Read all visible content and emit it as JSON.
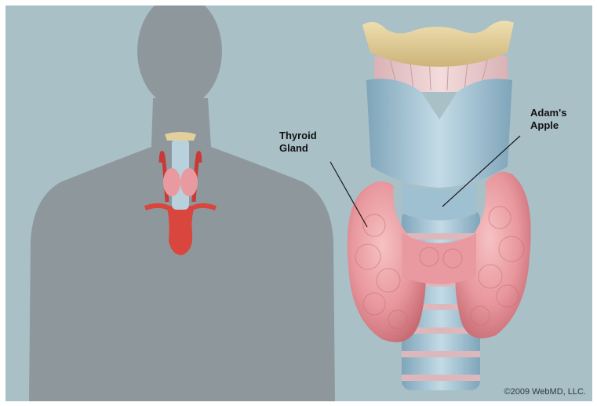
{
  "labels": {
    "thyroid": "Thyroid\nGland",
    "adams_apple": "Adam's\nApple"
  },
  "copyright": "©2009 WebMD, LLC.",
  "colors": {
    "background": "#a9c0c7",
    "silhouette": "#8e989c",
    "thyroid_tissue": "#e89aa0",
    "cartilage": "#a5c6d6",
    "hyoid_bone": "#e3cf9c",
    "artery": "#d9463e"
  }
}
